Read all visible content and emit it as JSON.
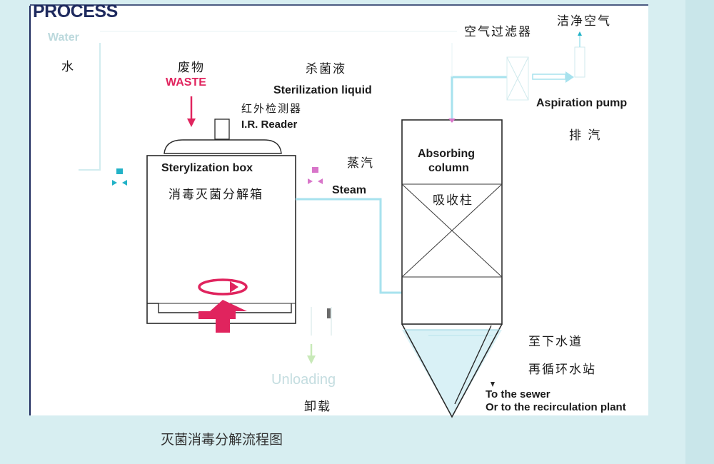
{
  "header": {
    "title": "PROCESS"
  },
  "inputs": {
    "water_en": "Water",
    "water_zh": "水",
    "waste_zh": "废物",
    "waste_en": "WASTE",
    "sterilization_zh": "杀菌液",
    "sterilization_en": "Sterilization liquid",
    "ir_reader_zh": "红外检测器",
    "ir_reader_en": "I.R. Reader"
  },
  "box": {
    "title_en": "Sterylization box",
    "title_zh": "消毒灭菌分解箱"
  },
  "steam": {
    "zh": "蒸汽",
    "en": "Steam"
  },
  "column": {
    "title_en_line1": "Absorbing",
    "title_en_line2": "column",
    "title_zh": "吸收柱"
  },
  "filter": {
    "air_filter_zh": "空气过滤器",
    "clean_air_zh": "洁净空气",
    "pump_en": "Aspiration pump",
    "exhaust_zh": "排 汽"
  },
  "outputs": {
    "unloading_en": "Unloading",
    "unloading_zh": "卸载",
    "sewer_zh": "至下水道",
    "recirc_zh": "再循环水站",
    "sewer_en": "To the sewer",
    "recirc_en": "Or to the recirculation plant"
  },
  "caption": "灭菌消毒分解流程图",
  "colors": {
    "background": "#d7eef1",
    "panel": "#ffffff",
    "line_dark": "#2a2a2a",
    "pipe": "#a7e2ee",
    "accent_pink": "#e0245e",
    "valve_cyan": "#22b2c7",
    "valve_pink": "#d875c9"
  }
}
